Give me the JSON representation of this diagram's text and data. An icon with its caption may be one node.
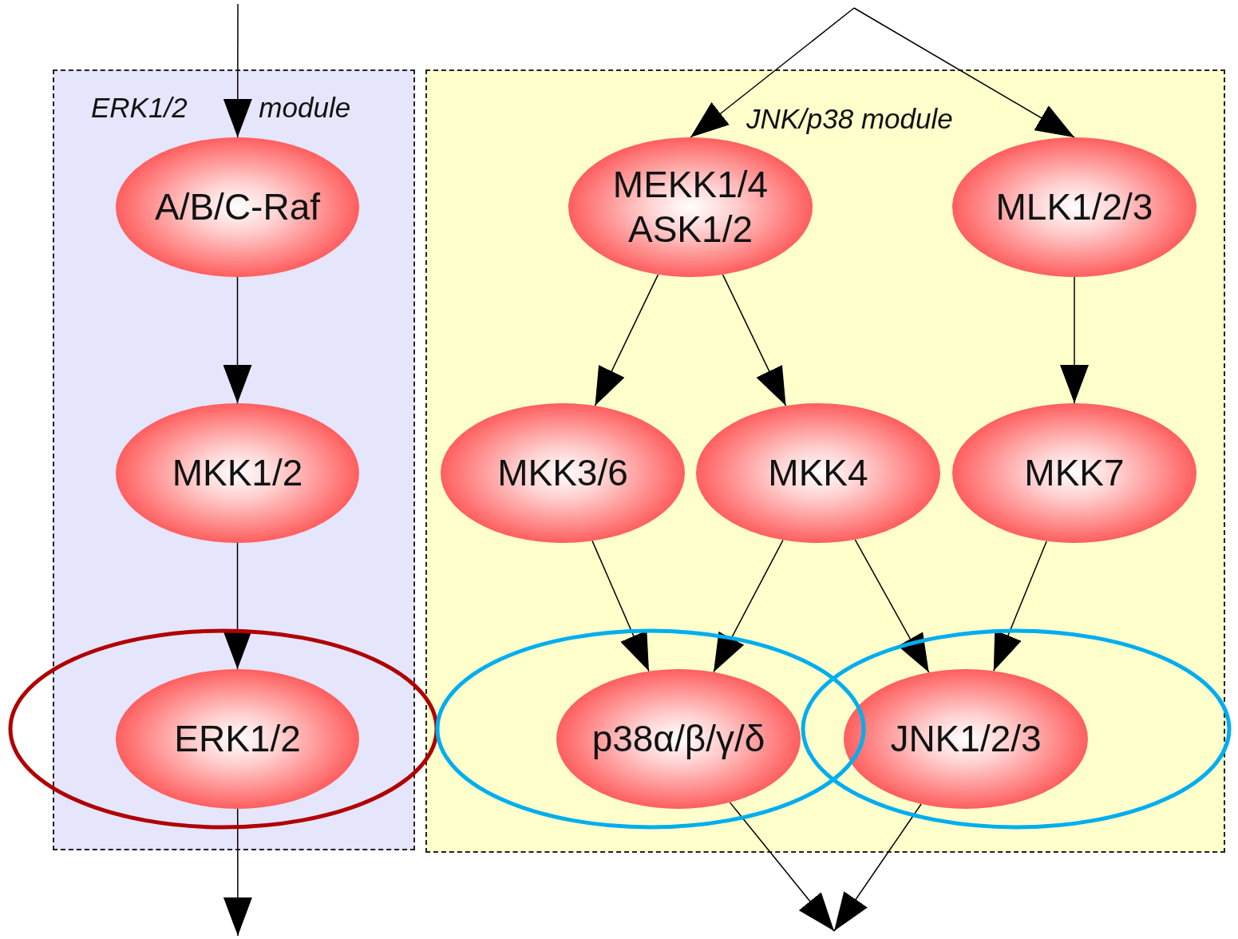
{
  "diagram": {
    "nodes": [
      {
        "text": [
          "ERK1/2 module"
        ]
      },
      {
        "text": [
          "JNK/p38 module"
        ]
      },
      {
        "text": [
          "A/B/C-Raf"
        ],
        "in": 0
      },
      {
        "text": [
          "MKK1/2"
        ],
        "in": 0
      },
      {
        "text": [
          "ERK1/2"
        ],
        "in": 0
      },
      {
        "text": [
          "MEKK1/4 ASK1/2"
        ],
        "in": 1
      },
      {
        "text": [
          "MLK1/2/3"
        ],
        "in": 1
      },
      {
        "text": [
          "MKK3/6"
        ],
        "in": 1
      },
      {
        "text": [
          "MKK4"
        ],
        "in": 1
      },
      {
        "text": [
          "MKK7"
        ],
        "in": 1
      },
      {
        "text": [
          "p38α/β/γ/δ"
        ],
        "in": 1
      },
      {
        "text": [
          "JNK1/2/3"
        ],
        "in": 1
      }
    ],
    "edges": [
      {
        "from": null,
        "to": 2,
        "arrow": "to"
      },
      {
        "from": 2,
        "to": 3,
        "arrow": "to"
      },
      {
        "from": 3,
        "to": 4,
        "arrow": "to"
      },
      {
        "from": 4,
        "to": null,
        "arrow": "to"
      },
      {
        "from": null,
        "to": 5,
        "arrow": "to"
      },
      {
        "from": null,
        "to": 6,
        "arrow": "to"
      },
      {
        "from": 5,
        "to": 7,
        "arrow": "to"
      },
      {
        "from": 5,
        "to": 8,
        "arrow": "to"
      },
      {
        "from": 6,
        "to": 9,
        "arrow": "to"
      },
      {
        "from": 7,
        "to": 10,
        "arrow": "to"
      },
      {
        "from": 8,
        "to": 10,
        "arrow": "to"
      },
      {
        "from": 8,
        "to": 11,
        "arrow": "to"
      },
      {
        "from": 9,
        "to": 11,
        "arrow": "to"
      },
      {
        "from": 10,
        "to": null,
        "arrow": "to"
      },
      {
        "from": 11,
        "to": null,
        "arrow": "to"
      }
    ]
  }
}
